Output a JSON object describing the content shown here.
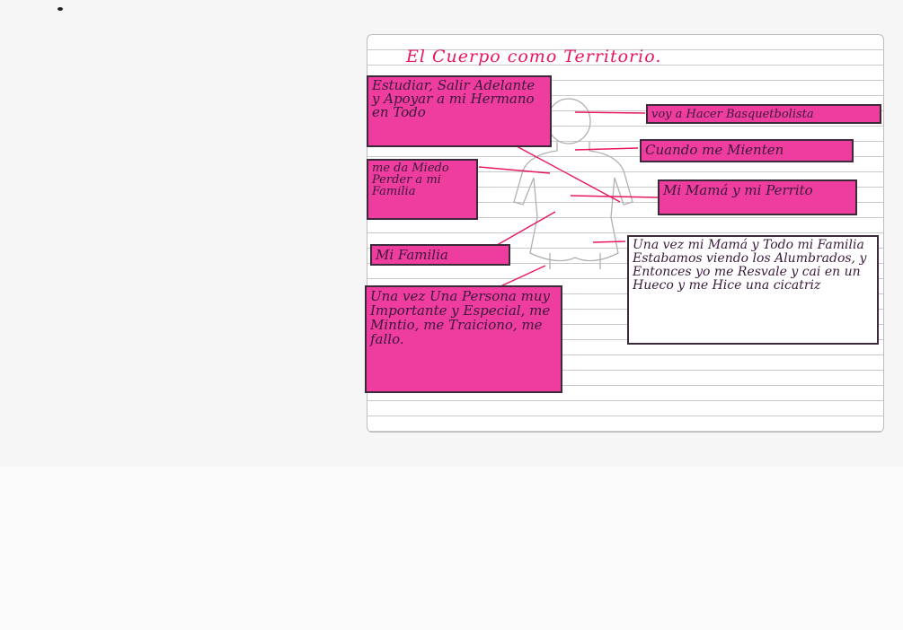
{
  "title": "El Cuerpo como Territorio.",
  "boxes": {
    "estudiar": "Estudiar, Salir Adelante y Apoyar a mi Hermano en Todo",
    "miedo": "me da Miedo Perder a mi Familia",
    "familia": "Mi Familia",
    "traicion": "Una vez Una Persona muy Importante y Especial, me Mintio, me Traiciono, me fallo.",
    "basquet": "voy a Hacer Basquetbolista",
    "mienten": "Cuando me Mienten",
    "mama": "Mi Mamá y mi Perrito",
    "cicatriz": "Una vez mi Mamá y Todo mi Familia Estabamos viendo los Alumbrados, y Entonces yo me Resvale y cai en un Hueco y me Hice una cicatriz"
  },
  "colors": {
    "highlight": "#ee3c9f",
    "ink": "#e8175d",
    "pencil": "#b0b0b0"
  }
}
